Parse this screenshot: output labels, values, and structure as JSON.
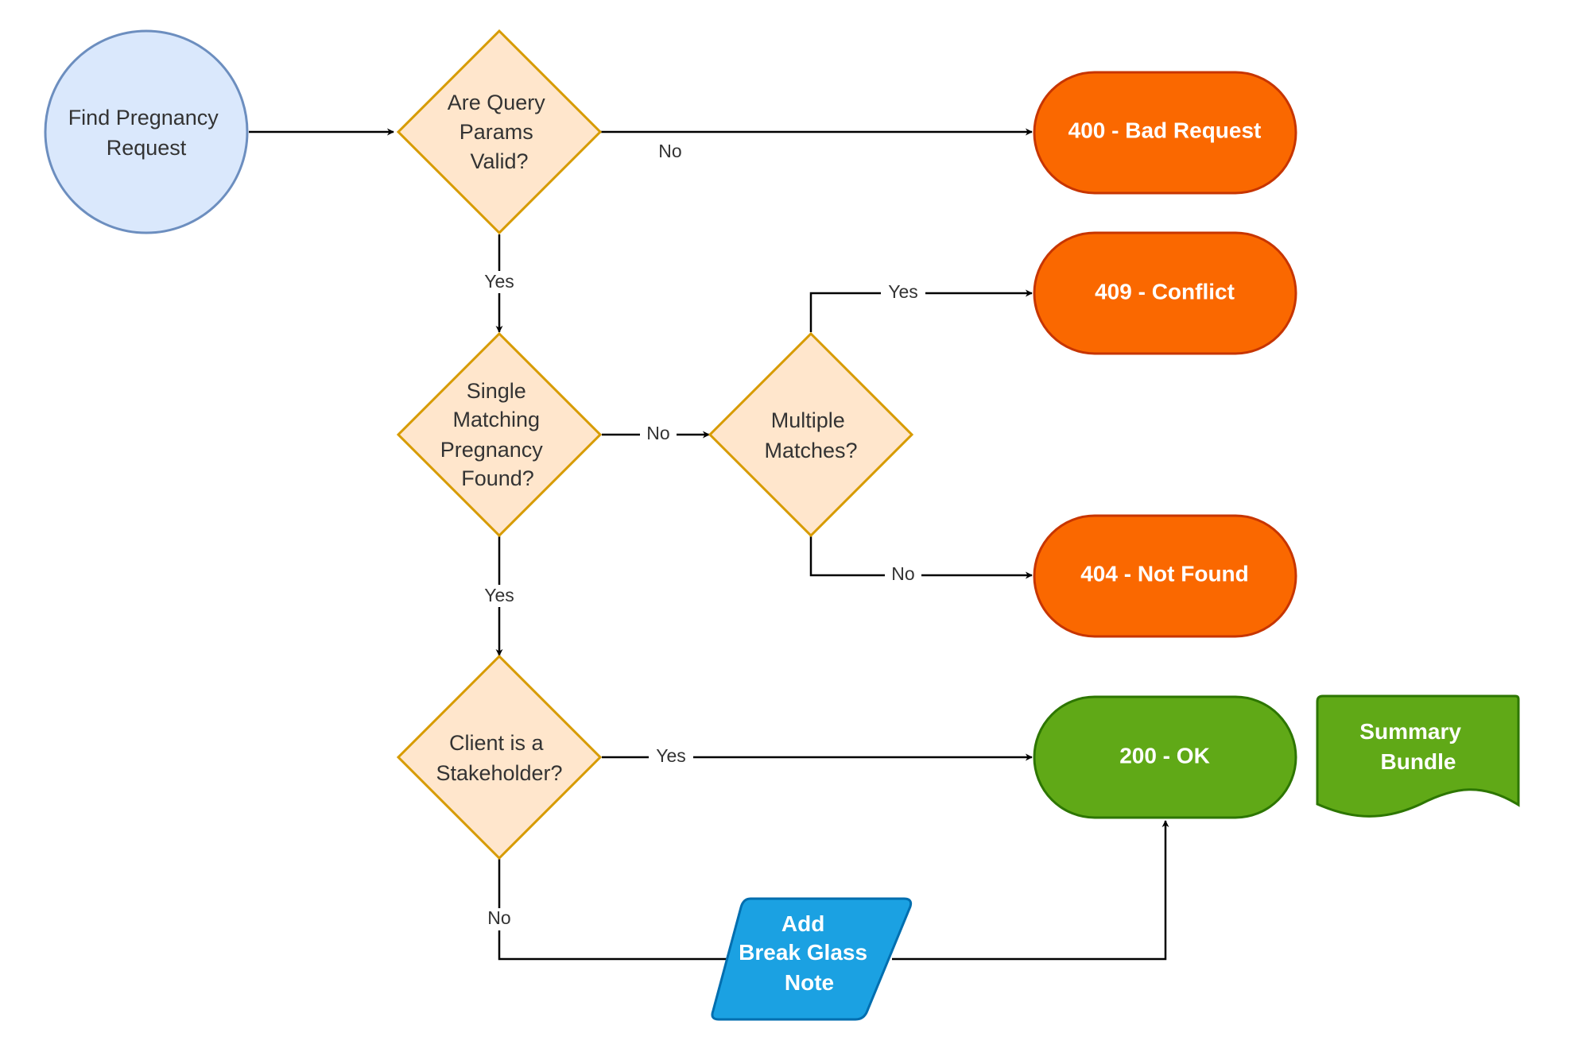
{
  "nodes": {
    "start": {
      "lines": [
        "Find Pregnancy",
        "Request"
      ]
    },
    "valid_q": {
      "lines": [
        "Are Query",
        "Params",
        "Valid?"
      ]
    },
    "single_q": {
      "lines": [
        "Single",
        "Matching",
        "Pregnancy",
        "Found?"
      ]
    },
    "multi_q": {
      "lines": [
        "Multiple",
        "Matches?"
      ]
    },
    "stake_q": {
      "lines": [
        "Client is a",
        "Stakeholder?"
      ]
    },
    "bad_request": {
      "lines": [
        "400 - Bad Request"
      ]
    },
    "conflict": {
      "lines": [
        "409 - Conflict"
      ]
    },
    "not_found": {
      "lines": [
        "404 - Not Found"
      ]
    },
    "ok": {
      "lines": [
        "200 - OK"
      ]
    },
    "break_glass": {
      "lines": [
        "Add",
        "Break Glass",
        "Note"
      ]
    },
    "summary": {
      "lines": [
        "Summary",
        "Bundle"
      ]
    }
  },
  "edges": {
    "valid_no": "No",
    "valid_yes": "Yes",
    "single_no": "No",
    "single_yes": "Yes",
    "multi_yes": "Yes",
    "multi_no": "No",
    "stake_yes": "Yes",
    "stake_no": "No"
  },
  "colors": {
    "start_fill": "#dae8fc",
    "start_stroke": "#6c8ebf",
    "decision_fill": "#ffe6cc",
    "decision_stroke": "#d79b00",
    "error_fill": "#fa6800",
    "error_stroke": "#c73500",
    "ok_fill": "#60a917",
    "ok_stroke": "#2d7600",
    "note_fill": "#1ba1e2",
    "note_stroke": "#006eaf"
  }
}
